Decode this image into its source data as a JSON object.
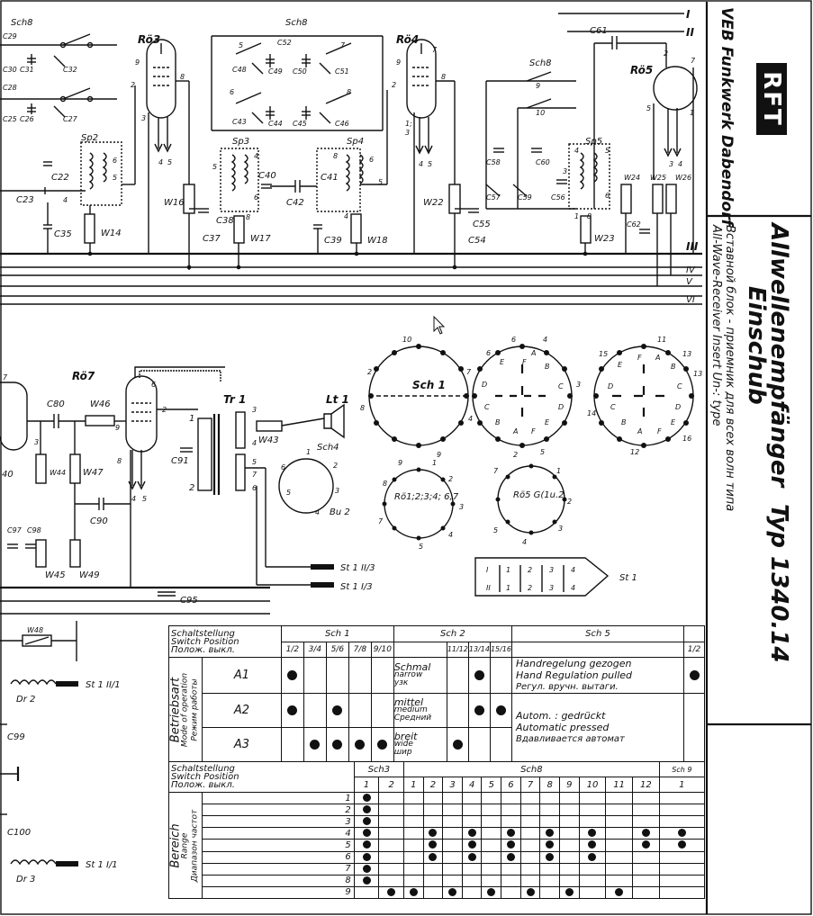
{
  "title_block": {
    "maker": "VEB Funkwerk Dabendorf",
    "logo": "RFT",
    "title_line1": "Allwellenempfänger",
    "title_line2": "Einschub",
    "type": "Typ 1340.14",
    "subtitle_ru": "Вставной блок - приемник для всех волн типа",
    "subtitle_en": "All-Wave-Receiver Insert Un-: type"
  },
  "schematic": {
    "tubes": [
      "Rö3",
      "Rö4",
      "Rö5",
      "Rö7"
    ],
    "switches": [
      "Sch8",
      "Sch8",
      "Sch8",
      "Sch 1",
      "Sch4"
    ],
    "coils": [
      "Sp2",
      "Sp3",
      "Sp4",
      "Sp5"
    ],
    "capacitors": [
      "C29",
      "C31",
      "C32",
      "C28",
      "C26",
      "C27",
      "C48",
      "C49",
      "C52",
      "C50",
      "C51",
      "C43",
      "C44",
      "C45",
      "C46",
      "C40",
      "C41",
      "C42",
      "C22",
      "C23",
      "C35",
      "C37",
      "C38",
      "C39",
      "C56",
      "C57",
      "C58",
      "C59",
      "C60",
      "C55",
      "C54",
      "C61",
      "C62",
      "C80",
      "C90",
      "C91",
      "C95",
      "C97",
      "C98",
      "C99",
      "C100"
    ],
    "resistors": [
      "W14",
      "W16",
      "W17",
      "W18",
      "W22",
      "W23",
      "W24",
      "W25",
      "W26",
      "W44",
      "W45",
      "W46",
      "W47",
      "W48",
      "W49",
      "W43"
    ],
    "other": [
      "Tr 1",
      "Lt 1",
      "Bu 2",
      "Dr 2",
      "Dr 3",
      "St 1"
    ],
    "bus_lines": [
      "I",
      "II",
      "III",
      "IV",
      "V",
      "VI"
    ],
    "connector_labels": [
      "St 1 II/3",
      "St 1 I/3",
      "St 1 II/1",
      "St 1 I/1"
    ],
    "socket_labels": [
      "Rö1;2;3;4; 6;7",
      "Rö5 G(1u.2"
    ],
    "st1_label": "St 1",
    "st1_pins": [
      "I",
      "1",
      "2",
      "3",
      "4",
      "II",
      "1",
      "2",
      "3",
      "4"
    ]
  },
  "table1": {
    "hdr_de": "Schaltstellung",
    "hdr_en": "Switch Position",
    "hdr_ru": "Полож. выкл.",
    "sch1": "Sch 1",
    "sch2": "Sch 2",
    "sch5": "Sch 5",
    "sch1_cols": [
      "1/2",
      "3/4",
      "5/6",
      "7/8",
      "9/10"
    ],
    "sch2_cols": [
      "11/12",
      "13/14",
      "15/16"
    ],
    "sch5_col": "1/2",
    "mode_de": "Betriebsart",
    "mode_en": "Mode of operation",
    "mode_ru": "Режим работы",
    "rows": [
      {
        "name": "A1",
        "bw_de": "Schmal",
        "bw_en": "narrow",
        "bw_ru": "узк",
        "sch1": [
          1,
          0,
          0,
          0,
          0
        ],
        "sch2": [
          0,
          1,
          0
        ]
      },
      {
        "name": "A2",
        "bw_de": "mittel",
        "bw_en": "medium",
        "bw_ru": "Средний",
        "sch1": [
          1,
          0,
          1,
          0,
          0
        ],
        "sch2": [
          0,
          1,
          1
        ]
      },
      {
        "name": "A3",
        "bw_de": "breit",
        "bw_en": "wide",
        "bw_ru": "шир",
        "sch1": [
          0,
          1,
          1,
          1,
          1
        ],
        "sch2": [
          1,
          0,
          0
        ]
      }
    ],
    "sch5_text": [
      "Handregelung gezogen",
      "Hand Regulation pulled",
      "Регул. вручн. вытаги.",
      "Autom. : gedrückt",
      "Automatic pressed",
      "Вдавливается автомат"
    ]
  },
  "table2": {
    "hdr_de": "Schaltstellung",
    "hdr_en": "Switch Position",
    "hdr_ru": "Полож. выкл.",
    "sch3": "Sch3",
    "sch8": "Sch8",
    "sch9": "Sch 9",
    "sch3_cols": [
      "1",
      "2"
    ],
    "sch8_cols": [
      "1",
      "2",
      "3",
      "4",
      "5",
      "6",
      "7",
      "8",
      "9",
      "10",
      "11",
      "12"
    ],
    "sch9_cols": [
      "1"
    ],
    "range_de": "Bereich",
    "range_en": "Range",
    "range_ru": "Диапазон частот",
    "rows": [
      {
        "n": "1",
        "dots": [
          1,
          0,
          0,
          0,
          0,
          0,
          0,
          0,
          0,
          0,
          0,
          0,
          0,
          0,
          0
        ]
      },
      {
        "n": "2",
        "dots": [
          1,
          0,
          0,
          0,
          0,
          0,
          0,
          0,
          0,
          0,
          0,
          0,
          0,
          0,
          0
        ]
      },
      {
        "n": "3",
        "dots": [
          1,
          0,
          0,
          0,
          0,
          0,
          0,
          0,
          0,
          0,
          0,
          0,
          0,
          0,
          0
        ]
      },
      {
        "n": "4",
        "dots": [
          1,
          0,
          0,
          1,
          0,
          1,
          0,
          1,
          0,
          1,
          0,
          1,
          0,
          1,
          1
        ]
      },
      {
        "n": "5",
        "dots": [
          1,
          0,
          0,
          1,
          0,
          1,
          0,
          1,
          0,
          1,
          0,
          1,
          0,
          1,
          1
        ]
      },
      {
        "n": "6",
        "dots": [
          1,
          0,
          0,
          1,
          0,
          1,
          0,
          1,
          0,
          1,
          0,
          1,
          0,
          0,
          0
        ]
      },
      {
        "n": "7",
        "dots": [
          1,
          0,
          0,
          0,
          0,
          0,
          0,
          0,
          0,
          0,
          0,
          0,
          0,
          0,
          0
        ]
      },
      {
        "n": "8",
        "dots": [
          1,
          0,
          0,
          0,
          0,
          0,
          0,
          0,
          0,
          0,
          0,
          0,
          0,
          0,
          0
        ]
      },
      {
        "n": "9",
        "dots": [
          0,
          1,
          1,
          0,
          1,
          0,
          1,
          0,
          1,
          0,
          1,
          0,
          1,
          0,
          0
        ]
      }
    ]
  }
}
